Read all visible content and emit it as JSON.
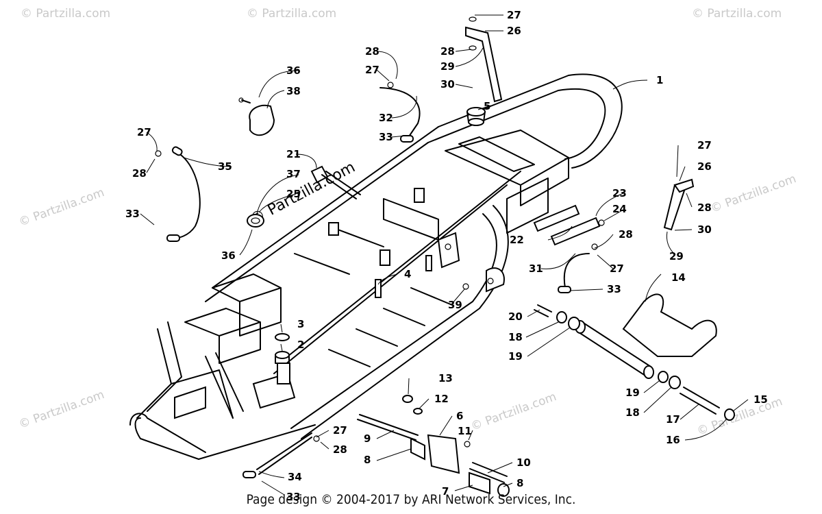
{
  "diagram": {
    "callouts": [
      {
        "id": "c1",
        "text": "1"
      },
      {
        "id": "c2",
        "text": "2"
      },
      {
        "id": "c3",
        "text": "3"
      },
      {
        "id": "c4",
        "text": "4"
      },
      {
        "id": "c5",
        "text": "5"
      },
      {
        "id": "c6",
        "text": "6"
      },
      {
        "id": "c7",
        "text": "7"
      },
      {
        "id": "c8a",
        "text": "8"
      },
      {
        "id": "c8b",
        "text": "8"
      },
      {
        "id": "c9",
        "text": "9"
      },
      {
        "id": "c10",
        "text": "10"
      },
      {
        "id": "c11",
        "text": "11"
      },
      {
        "id": "c12",
        "text": "12"
      },
      {
        "id": "c13",
        "text": "13"
      },
      {
        "id": "c14",
        "text": "14"
      },
      {
        "id": "c15",
        "text": "15"
      },
      {
        "id": "c16",
        "text": "16"
      },
      {
        "id": "c17",
        "text": "17"
      },
      {
        "id": "c18a",
        "text": "18"
      },
      {
        "id": "c18b",
        "text": "18"
      },
      {
        "id": "c19a",
        "text": "19"
      },
      {
        "id": "c19b",
        "text": "19"
      },
      {
        "id": "c20",
        "text": "20"
      },
      {
        "id": "c21",
        "text": "21"
      },
      {
        "id": "c22",
        "text": "22"
      },
      {
        "id": "c23",
        "text": "23"
      },
      {
        "id": "c24",
        "text": "24"
      },
      {
        "id": "c25",
        "text": "25"
      },
      {
        "id": "c26a",
        "text": "26"
      },
      {
        "id": "c26b",
        "text": "26"
      },
      {
        "id": "c27a",
        "text": "27"
      },
      {
        "id": "c27b",
        "text": "27"
      },
      {
        "id": "c27c",
        "text": "27"
      },
      {
        "id": "c27d",
        "text": "27"
      },
      {
        "id": "c27e",
        "text": "27"
      },
      {
        "id": "c27f",
        "text": "27"
      },
      {
        "id": "c28a",
        "text": "28"
      },
      {
        "id": "c28b",
        "text": "28"
      },
      {
        "id": "c28c",
        "text": "28"
      },
      {
        "id": "c28d",
        "text": "28"
      },
      {
        "id": "c28e",
        "text": "28"
      },
      {
        "id": "c28f",
        "text": "28"
      },
      {
        "id": "c29a",
        "text": "29"
      },
      {
        "id": "c29b",
        "text": "29"
      },
      {
        "id": "c30a",
        "text": "30"
      },
      {
        "id": "c30b",
        "text": "30"
      },
      {
        "id": "c31",
        "text": "31"
      },
      {
        "id": "c32",
        "text": "32"
      },
      {
        "id": "c33a",
        "text": "33"
      },
      {
        "id": "c33b",
        "text": "33"
      },
      {
        "id": "c33c",
        "text": "33"
      },
      {
        "id": "c33d",
        "text": "33"
      },
      {
        "id": "c34",
        "text": "34"
      },
      {
        "id": "c35",
        "text": "35"
      },
      {
        "id": "c36a",
        "text": "36"
      },
      {
        "id": "c36b",
        "text": "36"
      },
      {
        "id": "c37",
        "text": "37"
      },
      {
        "id": "c38",
        "text": "38"
      },
      {
        "id": "c39",
        "text": "39"
      }
    ]
  },
  "watermark": {
    "text": "© Partzilla.com",
    "center_text": "© Partzilla.com"
  },
  "footer": {
    "text": "Page design © 2004-2017 by ARI Network Services, Inc."
  }
}
